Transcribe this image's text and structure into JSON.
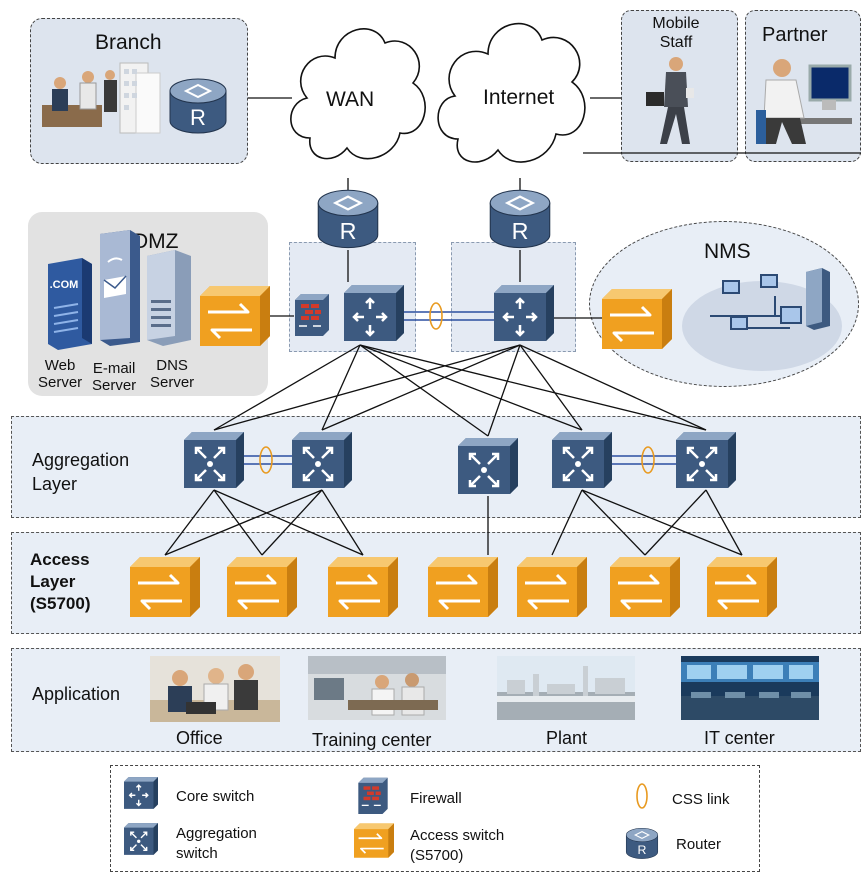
{
  "zones": {
    "branch": "Branch",
    "mobile_staff": "Mobile Staff",
    "partner": "Partner",
    "dmz": "DMZ",
    "nms": "NMS"
  },
  "clouds": {
    "wan": "WAN",
    "internet": "Internet"
  },
  "servers": [
    {
      "line1": "Web",
      "line2": "Server"
    },
    {
      "line1": "E-mail",
      "line2": "Server"
    },
    {
      "line1": "DNS",
      "line2": "Server"
    }
  ],
  "server_badge": ".COM",
  "router_letter": "R",
  "layers": {
    "aggregation": "Aggregation Layer",
    "access": "Access Layer (S5700)",
    "application": "Application"
  },
  "applications": [
    "Office",
    "Training center",
    "Plant",
    "IT center"
  ],
  "legend": {
    "core_switch": "Core switch",
    "firewall": "Firewall",
    "css_link": "CSS link",
    "aggregation_switch": "Aggregation switch",
    "access_switch": "Access switch (S5700)",
    "router": "Router"
  },
  "colors": {
    "device_blue": "#3d5a80",
    "access_orange": "#f0a020",
    "zone_bg": "#dde4ee",
    "layer_bg": "#e8eef6",
    "css_ring": "#e89a20"
  }
}
